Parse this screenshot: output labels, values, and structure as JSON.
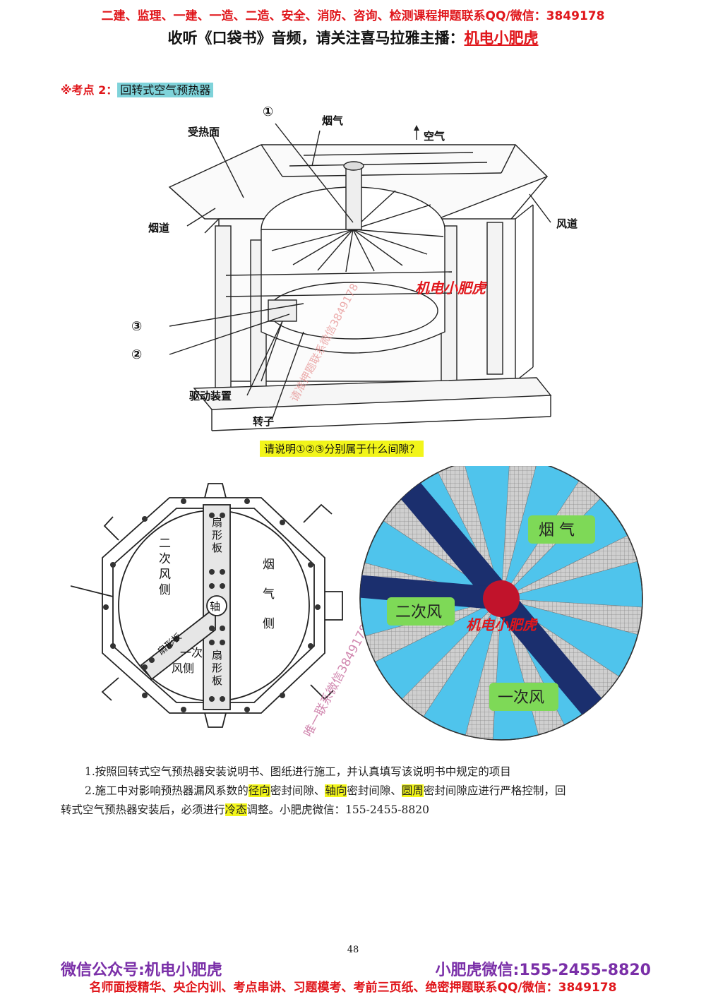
{
  "header": {
    "line1": "二建、监理、一建、一造、二造、安全、消防、咨询、检测课程押题联系QQ/微信：3849178",
    "line2_prefix": "收听《口袋书》音频，请关注喜马拉雅主播：",
    "line2_anchor": "机电小肥虎"
  },
  "kaodian": {
    "label": "※考点 2：",
    "title": "回转式空气预热器"
  },
  "figure1": {
    "labels": {
      "circle1": "①",
      "circle2": "②",
      "circle3": "③",
      "yanqi": "烟气",
      "kongqi": "空气",
      "shoure": "受热面",
      "yandao": "烟道",
      "fengdao": "风道",
      "qudong": "驱动装置",
      "zhuanzi": "转子"
    },
    "watermark_brand": "机电小肥虎",
    "watermark_side": "请准押题联系微信3849178"
  },
  "question": "请说明①②③分别属于什么间隙？",
  "figure2": {
    "left": {
      "erci_feng": "二次风侧",
      "yanqi_ce": "烟气侧",
      "zhou": "轴",
      "shanxing1": "扇形板",
      "shanxing2": "扇形板",
      "shanxing3": "扇形板",
      "yici_feng": "一次风侧"
    },
    "right": {
      "yanqi": "烟 气",
      "erci": "二次风",
      "yici": "一次风",
      "brand": "机电小肥虎"
    },
    "watermark": "唯一联系微信3849178"
  },
  "body": {
    "p1": "1.按照回转式空气预热器安装说明书、图纸进行施工，并认真填写该说明书中规定的项目",
    "p2_a": "2.施工中对影响预热器漏风系数的",
    "p2_h1": "径向",
    "p2_b": "密封间隙、",
    "p2_h2": "轴向",
    "p2_c": "密封间隙、",
    "p2_h3": "圆周",
    "p2_d": "密封间隙应进行严格控制，回",
    "p3_a": "转式空气预热器安装后，必须进行",
    "p3_h": "冷态",
    "p3_b": "调整。小肥虎微信：155-2455-8820"
  },
  "page_number": "48",
  "footer": {
    "left": "微信公众号:机电小肥虎",
    "right": "小肥虎微信:155-2455-8820",
    "bottom": "名师面授精华、央企内训、考点串讲、习题模考、考前三页纸、绝密押题联系QQ/微信：3849178"
  },
  "colors": {
    "red": "#e0161b",
    "purple": "#7a2fa8",
    "cyan_highlight": "#7fd3da",
    "yellow_highlight": "#f2f51a",
    "sector_blue": "#4fc4ec",
    "bar_navy": "#1b2f6e",
    "label_green": "#7ed957"
  }
}
